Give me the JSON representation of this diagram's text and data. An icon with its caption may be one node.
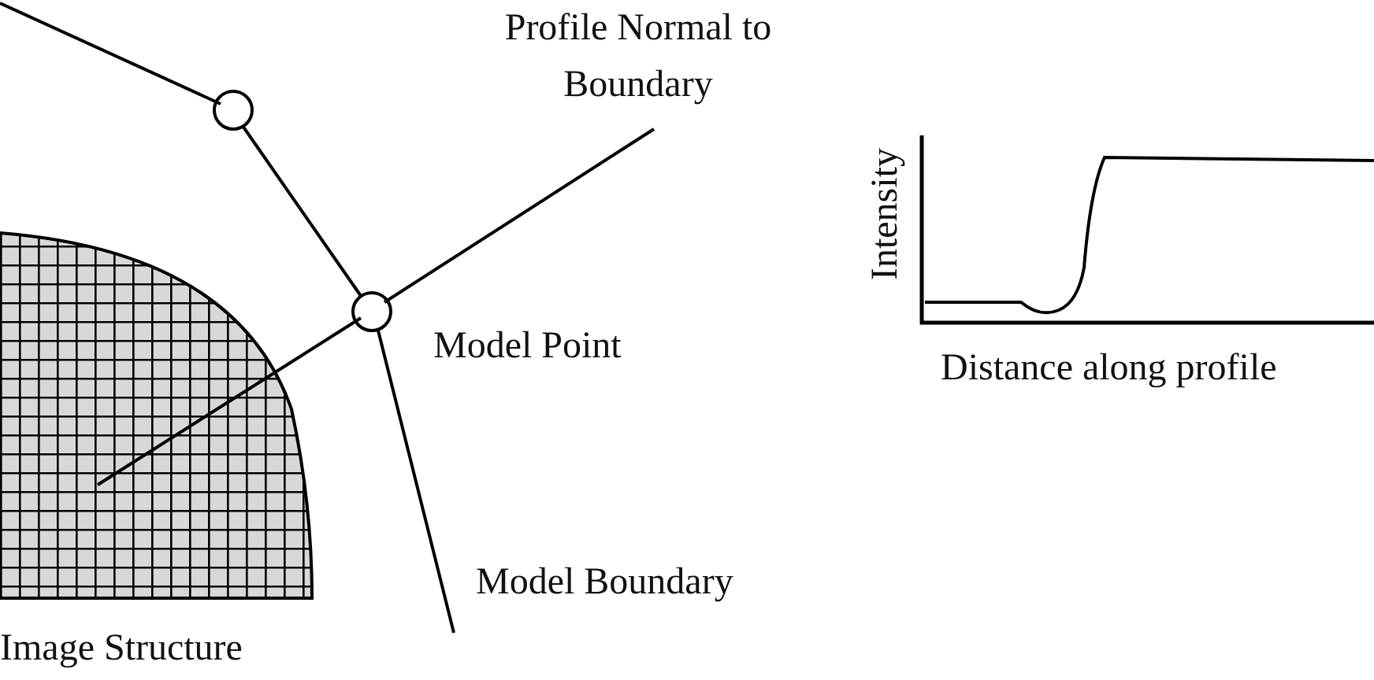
{
  "diagram": {
    "labels": [
      "Profile Normal to Boundary",
      "Model Point",
      "Model Boundary",
      "Image Structure",
      "Intensity",
      "Distance along profile"
    ]
  }
}
